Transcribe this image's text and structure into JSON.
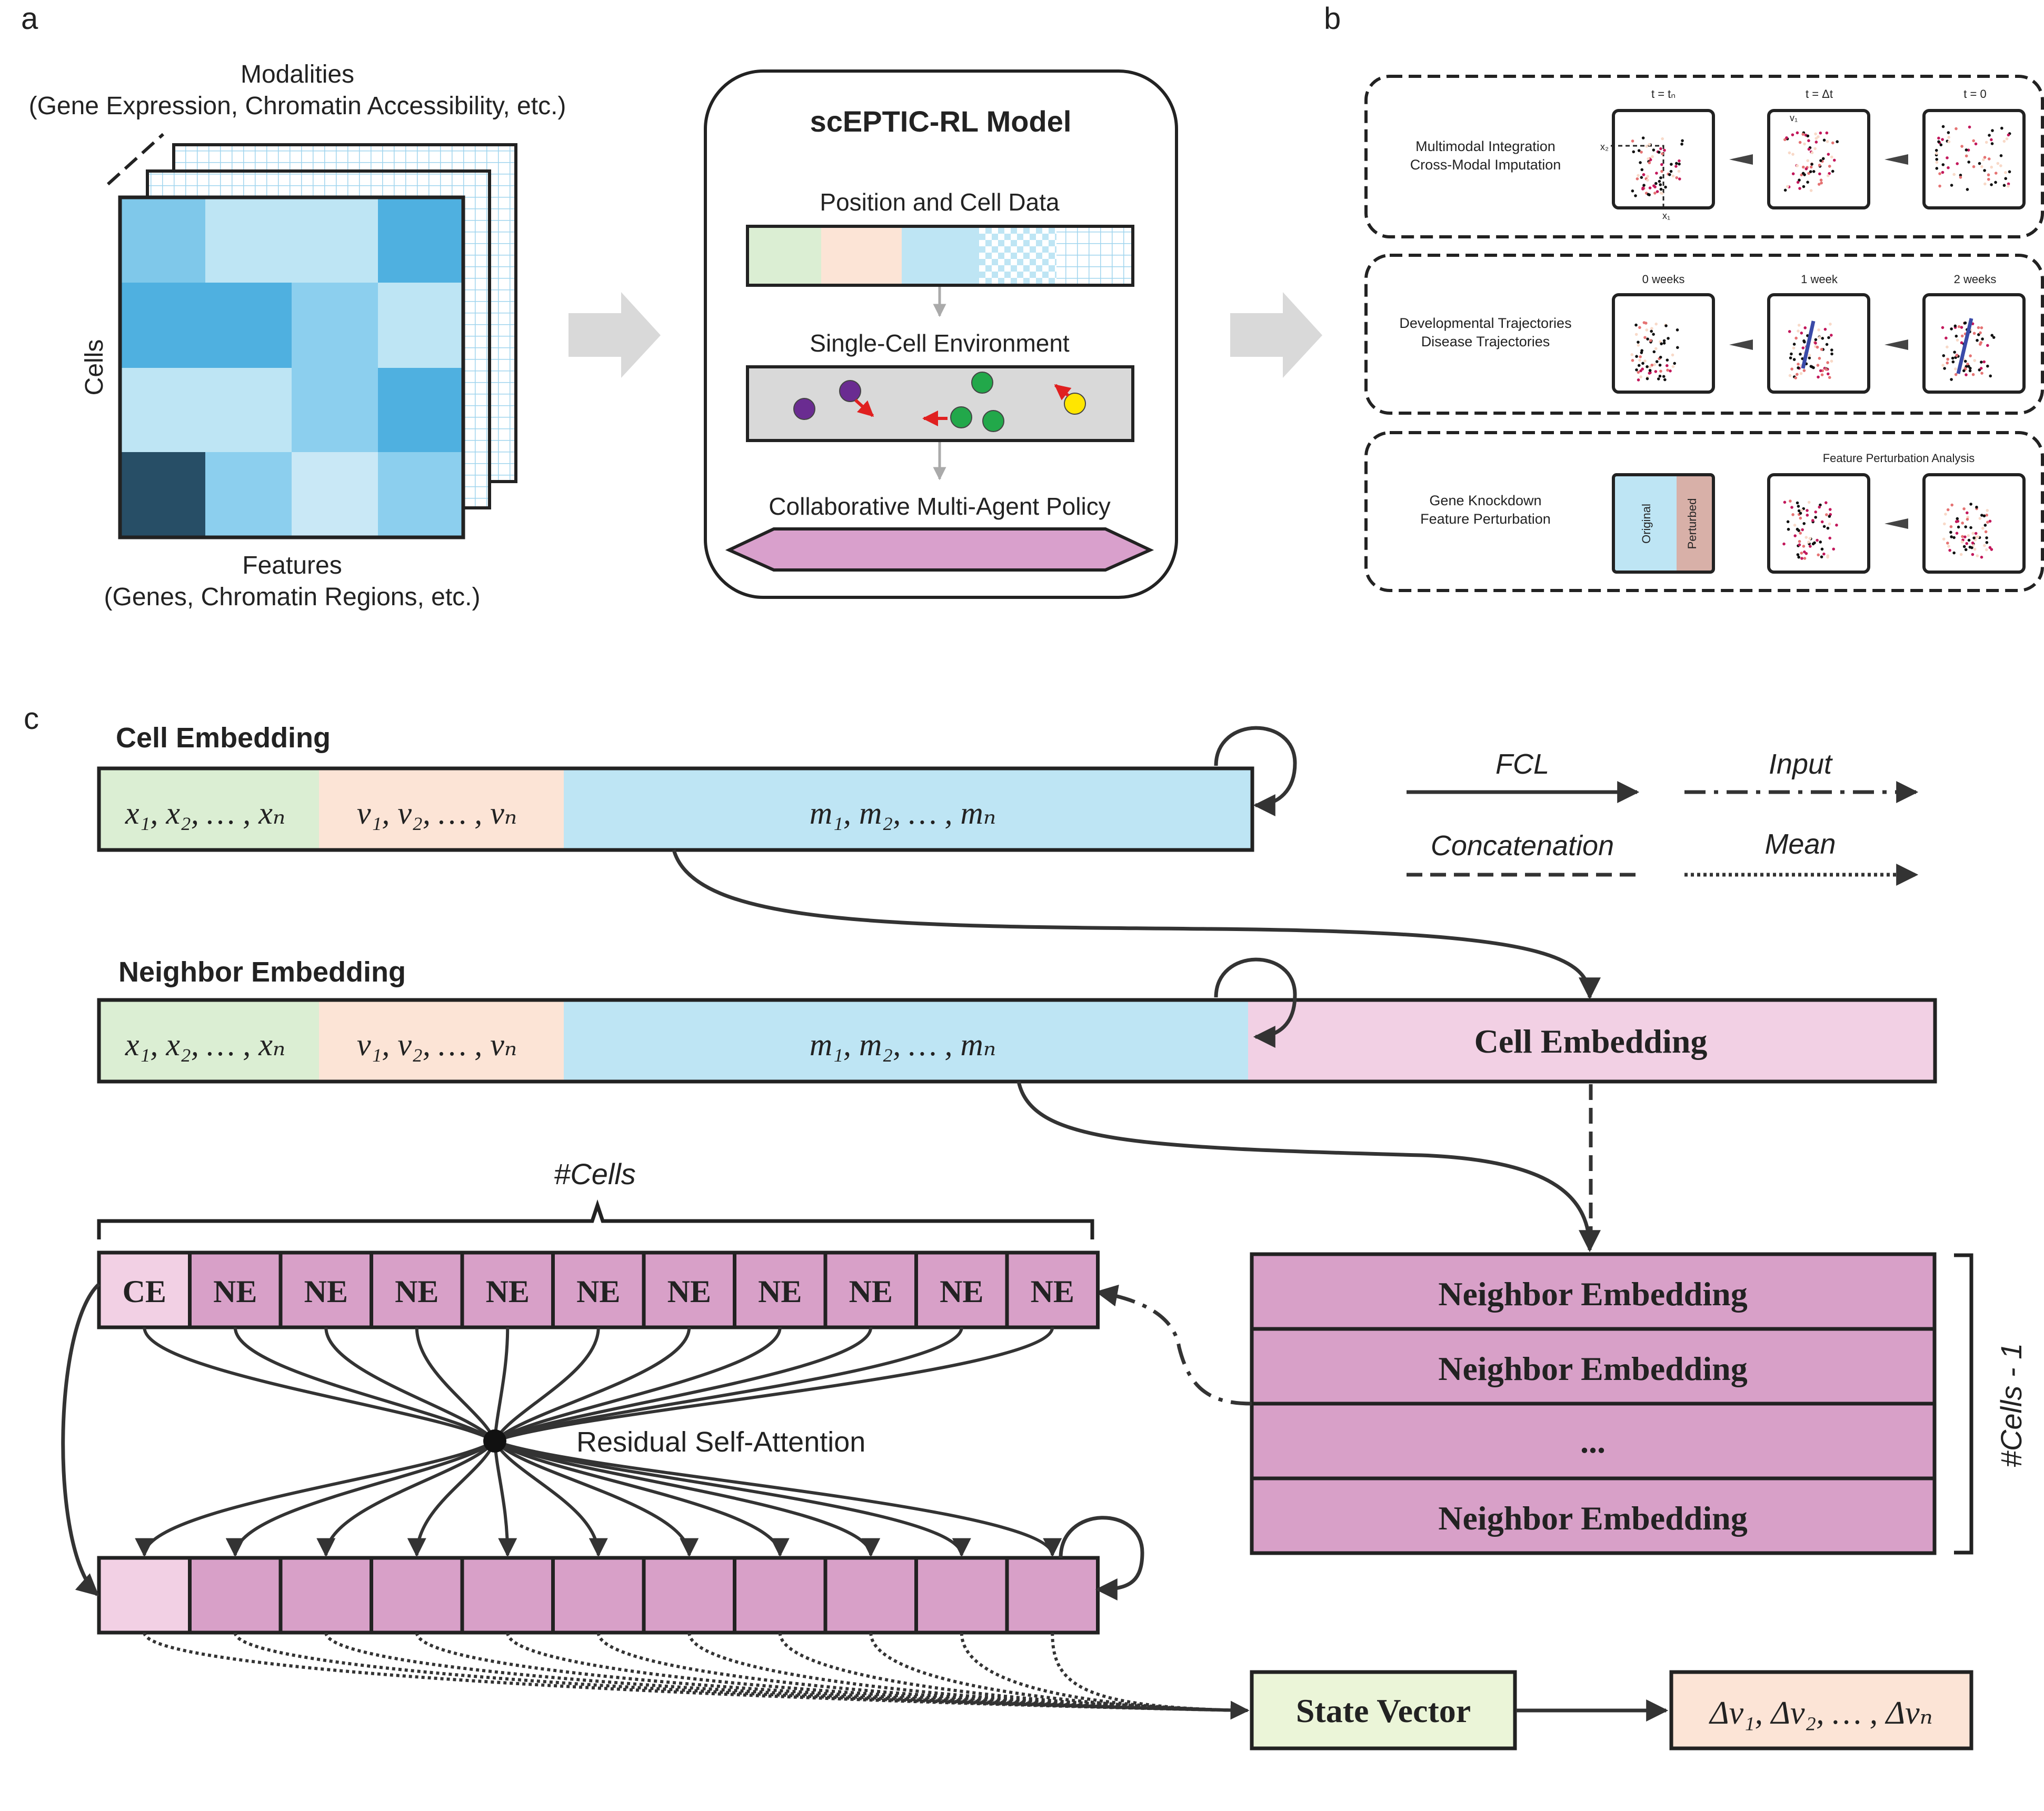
{
  "panel_labels": {
    "a": "a",
    "b": "b",
    "c": "c"
  },
  "panel_a": {
    "modalities_title": "Modalities",
    "modalities_sub": "(Gene Expression, Chromatin Accessibility, etc.)",
    "cells_label": "Cells",
    "features_title": "Features",
    "features_sub": "(Genes, Chromatin Regions, etc.)",
    "model_title": "scEPTIC-RL Model",
    "position_label": "Position and Cell Data",
    "environment_label": "Single-Cell Environment",
    "policy_label": "Collaborative Multi-Agent Policy"
  },
  "panel_b": {
    "row1": {
      "line1": "Multimodal Integration",
      "line2": "Cross-Modal Imputation",
      "t1": "t = tₙ",
      "t2": "t = Δt",
      "t3": "t = 0",
      "axis_x2": "x₂",
      "axis_x1": "x₁",
      "axis_v": "v₁"
    },
    "row2": {
      "line1": "Developmental Trajectories",
      "line2": "Disease Trajectories",
      "t1": "0 weeks",
      "t2": "1 week",
      "t3": "2 weeks"
    },
    "row3": {
      "line1": "Gene Knockdown",
      "line2": "Feature Perturbation",
      "title": "Feature Perturbation Analysis",
      "original": "Original",
      "perturbed": "Perturbed"
    }
  },
  "panel_c": {
    "cell_embedding_title": "Cell Embedding",
    "neighbor_embedding_title": "Neighbor Embedding",
    "x_seq": "x₁, x₂, … , xₙ",
    "v_seq": "v₁, v₂, … , vₙ",
    "m_seq": "m₁, m₂, … , mₙ",
    "cell_embedding_box": "Cell Embedding",
    "legend": {
      "fcl": "FCL",
      "input": "Input",
      "concat": "Concatenation",
      "mean": "Mean"
    },
    "cells_count": "#Cells",
    "ce": "CE",
    "ne_tokens": [
      "NE",
      "NE",
      "NE",
      "NE",
      "NE",
      "NE",
      "NE",
      "NE",
      "NE",
      "NE"
    ],
    "attention_label": "Residual Self-Attention",
    "stack": [
      "Neighbor Embedding",
      "Neighbor Embedding",
      "...",
      "Neighbor Embedding"
    ],
    "cells_minus": "#Cells - 1",
    "state_vector": "State Vector",
    "delta_v": "Δv₁, Δv₂, … , Δvₙ"
  },
  "colors": {
    "green": "#dbeed3",
    "peach": "#fce4d6",
    "blue": "#bee5f4",
    "pink": "#f2d0e4",
    "mauve": "#d8a0c8",
    "state": "#ebf5d8",
    "policy": "#d9a0cc",
    "gray": "#d9d9d9"
  }
}
